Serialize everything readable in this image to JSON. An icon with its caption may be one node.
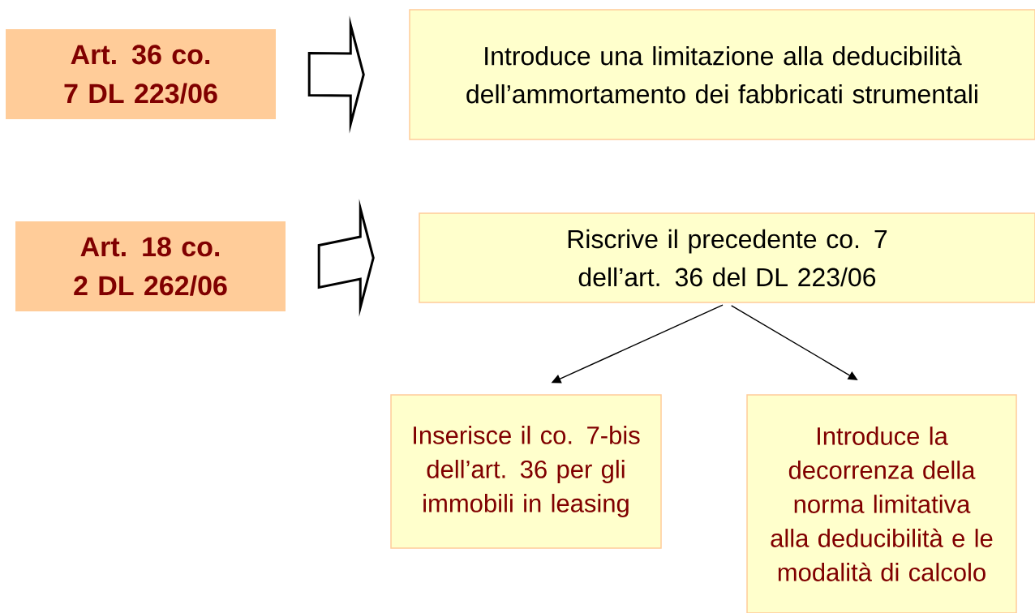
{
  "diagram": {
    "nodes": [
      {
        "text": [
          "Art. 36 co. 7 DL 223/06"
        ]
      },
      {
        "text": [
          "Introduce una limitazione alla deducibilità dell’ammortamento dei fabbricati strumentali"
        ]
      },
      {
        "text": [
          "Art. 18 co. 2 DL 262/06"
        ]
      },
      {
        "text": [
          "Riscrive il precedente co. 7 dell’art. 36 del DL 223/06"
        ]
      },
      {
        "text": [
          "Inserisce il co. 7-bis dell’art. 36 per gli immobili in leasing"
        ]
      },
      {
        "text": [
          "Introduce la decorrenza della norma limitativa alla deducibilità e le modalità di calcolo"
        ]
      }
    ],
    "edges": [
      {
        "from": 0,
        "to": 1,
        "arrow": "to",
        "style": "thick"
      },
      {
        "from": 2,
        "to": 3,
        "arrow": "to",
        "style": "thick"
      },
      {
        "from": 3,
        "to": 4,
        "arrow": "to"
      },
      {
        "from": 3,
        "to": 5,
        "arrow": "to"
      }
    ]
  }
}
